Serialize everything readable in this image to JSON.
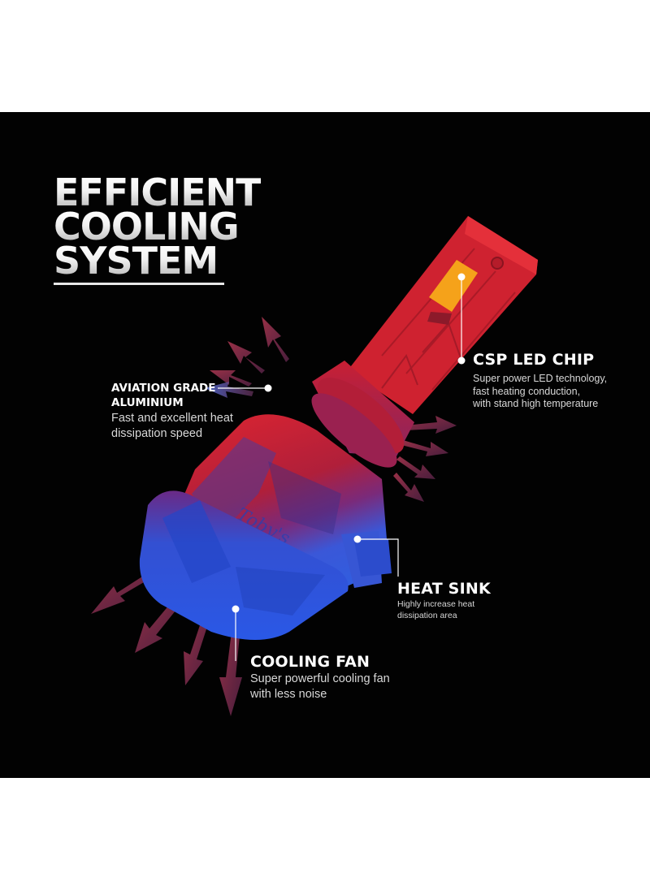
{
  "title": {
    "line1": "EFFICIENT",
    "line2": "COOLING",
    "line3": "SYSTEM"
  },
  "product": {
    "brand_engraving": "Toby's"
  },
  "callouts": {
    "aviation": {
      "heading_line1": "AVIATION GRADE",
      "heading_line2": "ALUMINIUM",
      "desc_line1": "Fast and excellent heat",
      "desc_line2": "dissipation speed"
    },
    "csp": {
      "heading": "CSP LED CHIP",
      "desc_line1": "Super power LED technology,",
      "desc_line2": "fast heating conduction,",
      "desc_line3": "with stand high temperature"
    },
    "heatsink": {
      "heading": "HEAT SINK",
      "desc_line1": "Highly increase heat",
      "desc_line2": "dissipation area"
    },
    "fan": {
      "heading": "COOLING FAN",
      "desc_line1": "Super powerful cooling fan",
      "desc_line2": "with less noise"
    }
  },
  "colors": {
    "background": "#020202",
    "hot": "#d81e2a",
    "cool": "#2f5fe0",
    "chip": "#f5a21a",
    "arrow_warm": "#a0334a",
    "arrow_cool": "#4a66c8"
  }
}
